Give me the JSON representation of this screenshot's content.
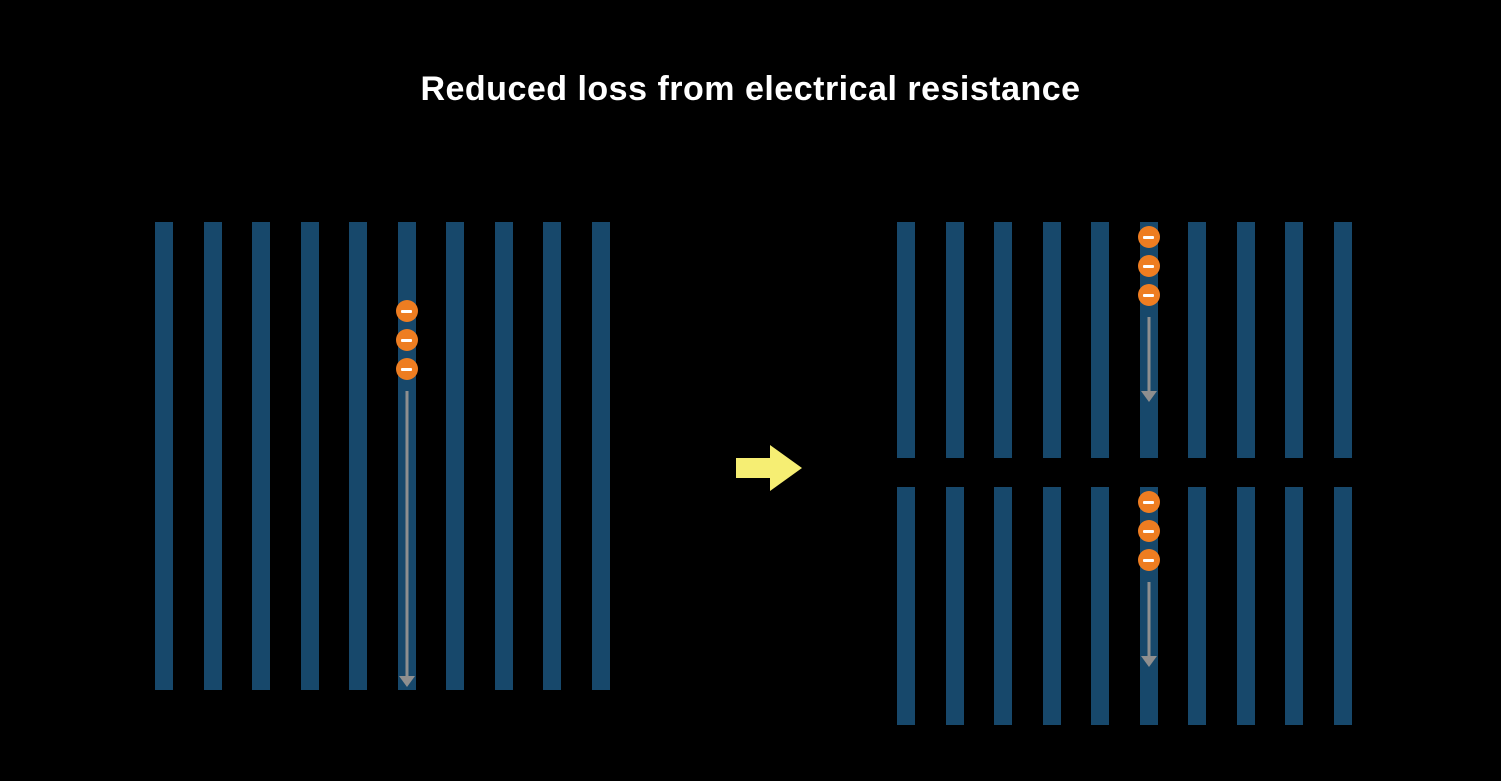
{
  "title": "Reduced loss from electrical resistance",
  "colors": {
    "background": "#000000",
    "title": "#FFFFFF",
    "bar": "#17486B",
    "electron": "#EE7D21",
    "electron_symbol": "#FFFFFF",
    "flow_arrow": "#8F8F8F",
    "transform_arrow": "#F6EE73"
  },
  "diagram": {
    "left_panel": {
      "bar_count": 10,
      "electron_bar_index": 5,
      "electron_count": 3
    },
    "right_panel": {
      "bar_count": 10,
      "electron_bar_index": 5,
      "electron_count": 3
    }
  }
}
